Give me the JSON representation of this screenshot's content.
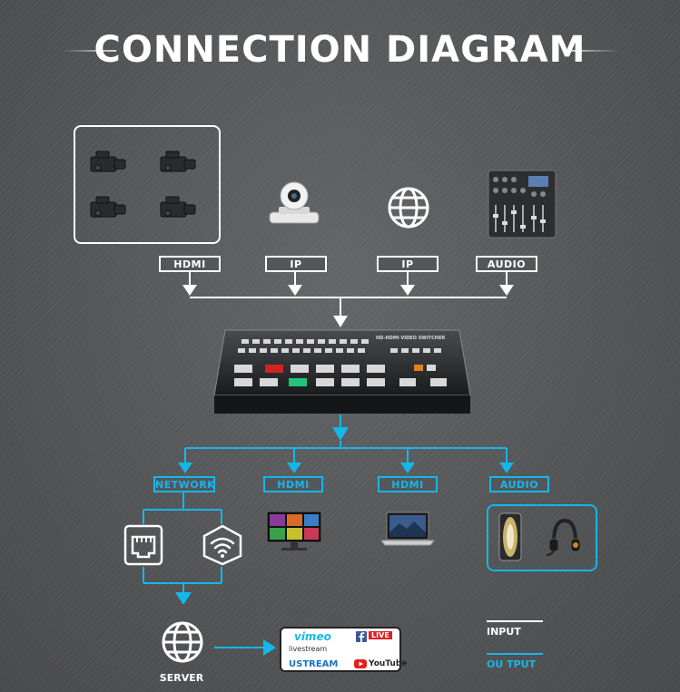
{
  "title": "CONNECTION DIAGRAM",
  "inputs": [
    {
      "label": "HDMI",
      "icon": "camcorder-icon"
    },
    {
      "label": "IP",
      "icon": "ptz-camera-icon"
    },
    {
      "label": "IP",
      "icon": "globe-icon"
    },
    {
      "label": "AUDIO",
      "icon": "audio-mixer-icon"
    }
  ],
  "switcher": {
    "name": "HD-HDMI VIDEO SWITCHER"
  },
  "outputs": [
    {
      "label": "NETWORK",
      "icon": "ethernet-port-icon"
    },
    {
      "label": "HDMI",
      "icon": "monitor-icon"
    },
    {
      "label": "HDMI",
      "icon": "laptop-icon"
    },
    {
      "label": "AUDIO",
      "icon": "speaker-icon"
    }
  ],
  "server_label": "SERVER",
  "streaming": {
    "vimeo": "vimeo",
    "livestream": "livestream",
    "ustream": "USTREAM",
    "facebook_live": "LIVE",
    "youtube": "YouTube"
  },
  "legend": {
    "input": "INPUT",
    "output": "OU TPUT"
  },
  "colors": {
    "input": "#ffffff",
    "output": "#14b7ea",
    "background": "#57585a"
  }
}
